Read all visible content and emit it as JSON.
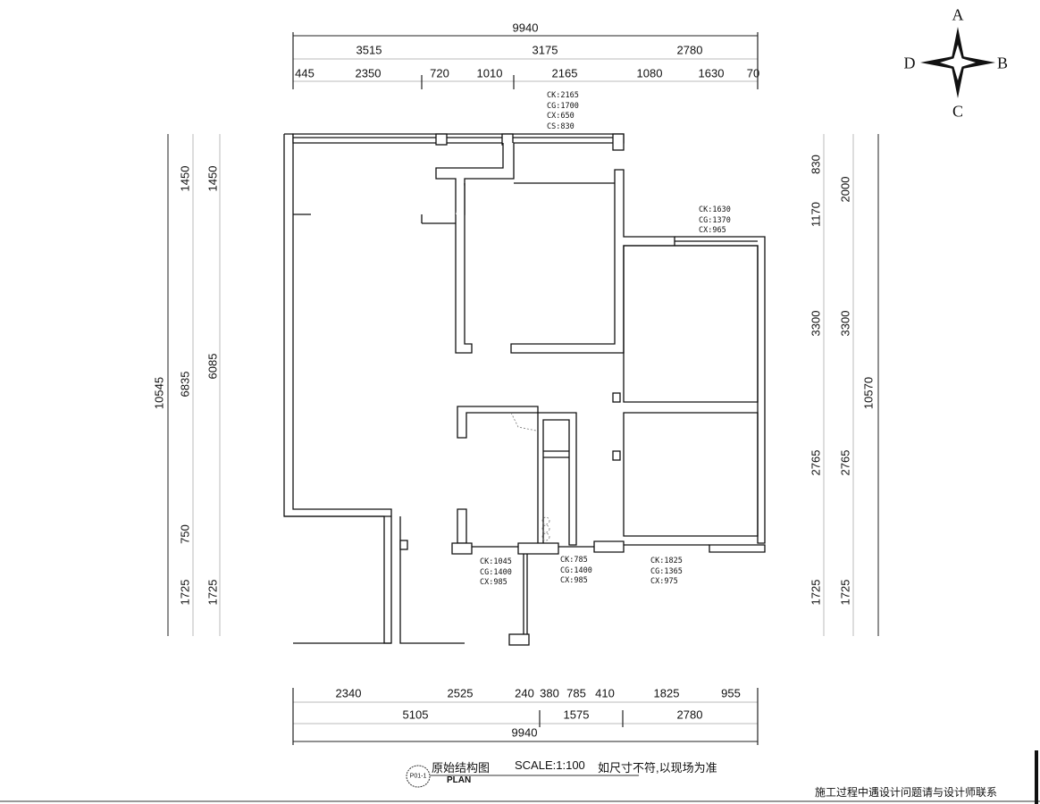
{
  "top_dims": {
    "total": "9940",
    "row2": [
      "3515",
      "3175",
      "2780"
    ],
    "row3": [
      "445",
      "2350",
      "720",
      "1010",
      "2165",
      "1080",
      "1630",
      "70"
    ]
  },
  "bottom_dims": {
    "row1": [
      "2340",
      "2525",
      "240",
      "380",
      "785",
      "410",
      "1825",
      "955"
    ],
    "row2": [
      "5105",
      "1575",
      "2780"
    ],
    "total": "9940"
  },
  "left_dims": {
    "total": "10545",
    "col2": [
      "1450",
      "6835",
      "750",
      "1725"
    ],
    "col3": [
      "1450",
      "6085",
      "1725"
    ]
  },
  "right_dims": {
    "col1": [
      "830",
      "1170",
      "3300",
      "2765",
      "1725"
    ],
    "col2": [
      "2000",
      "3300",
      "2765",
      "1725"
    ],
    "total": "10570"
  },
  "windows": [
    {
      "lines": [
        "CK:2165",
        "CG:1700",
        "CX:650",
        "CS:830"
      ]
    },
    {
      "lines": [
        "CK:1630",
        "CG:1370",
        "CX:965"
      ]
    },
    {
      "lines": [
        "CK:1045",
        "CG:1400",
        "CX:985"
      ]
    },
    {
      "lines": [
        "CK:785",
        "CG:1400",
        "CX:985"
      ]
    },
    {
      "lines": [
        "CK:1825",
        "CG:1365",
        "CX:975"
      ]
    }
  ],
  "compass": {
    "north": "A",
    "east": "B",
    "south": "C",
    "west": "D"
  },
  "title_block": {
    "badge": "P01-1",
    "title": "原始结构图",
    "scale": "SCALE:1:100",
    "note": "如尺寸不符,以现场为准",
    "subtitle": "PLAN",
    "footer": "施工过程中遇设计问题请与设计师联系"
  }
}
